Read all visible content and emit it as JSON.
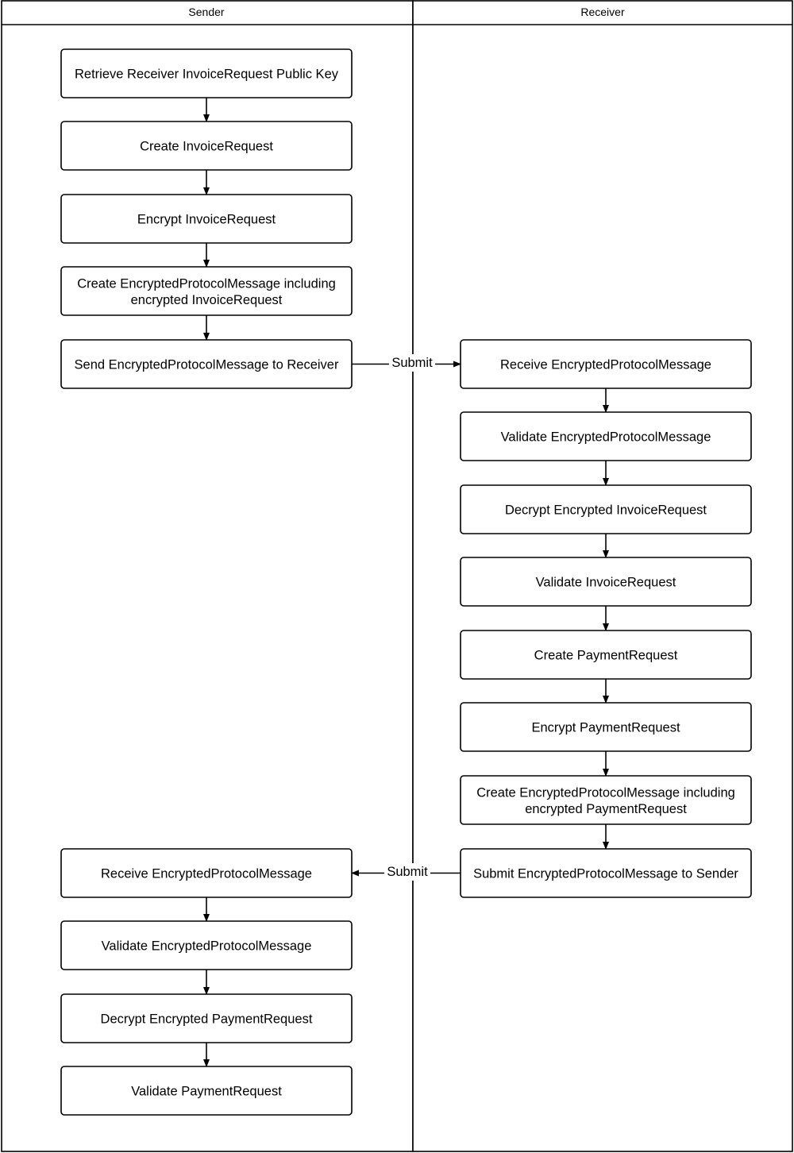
{
  "lanes": {
    "sender": "Sender",
    "receiver": "Receiver"
  },
  "sender_steps": [
    [
      "Retrieve Receiver InvoiceRequest Public Key"
    ],
    [
      "Create InvoiceRequest"
    ],
    [
      "Encrypt InvoiceRequest"
    ],
    [
      "Create EncryptedProtocolMessage including",
      "encrypted InvoiceRequest"
    ],
    [
      "Send EncryptedProtocolMessage to Receiver"
    ],
    [
      "Receive EncryptedProtocolMessage"
    ],
    [
      "Validate EncryptedProtocolMessage"
    ],
    [
      "Decrypt Encrypted PaymentRequest"
    ],
    [
      "Validate PaymentRequest"
    ]
  ],
  "receiver_steps": [
    [
      "Receive EncryptedProtocolMessage"
    ],
    [
      "Validate EncryptedProtocolMessage"
    ],
    [
      "Decrypt Encrypted InvoiceRequest"
    ],
    [
      "Validate InvoiceRequest"
    ],
    [
      "Create PaymentRequest"
    ],
    [
      "Encrypt PaymentRequest"
    ],
    [
      "Create EncryptedProtocolMessage including",
      "encrypted PaymentRequest"
    ],
    [
      "Submit EncryptedProtocolMessage to Sender"
    ]
  ],
  "edge_labels": {
    "to_receiver": "Submit",
    "to_sender": "Submit"
  }
}
